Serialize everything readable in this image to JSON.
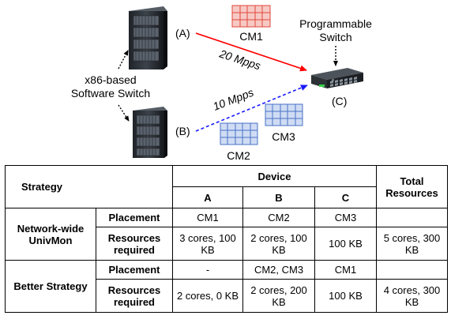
{
  "diagram": {
    "server_label": "x86-based\nSoftware Switch",
    "server_label_line1": "x86-based",
    "server_label_line2": "Software Switch",
    "switch_label_line1": "Programmable",
    "switch_label_line2": "Switch",
    "label_a": "(A)",
    "label_b": "(B)",
    "label_c": "(C)",
    "rate_a": "20 Mpps",
    "rate_b": "10 Mpps",
    "cm1": "CM1",
    "cm2": "CM2",
    "cm3": "CM3",
    "colors": {
      "red": "#ff0000",
      "blue": "#1a1aff",
      "cm_red_fill": "#f7c9c4",
      "cm_red_line": "#e0473b",
      "cm_blue_fill": "#cfdcf4",
      "cm_blue_line": "#4a72c4"
    }
  },
  "table": {
    "headers": {
      "strategy": "Strategy",
      "device": "Device",
      "total": "Total Resources",
      "a": "A",
      "b": "B",
      "c": "C"
    },
    "rows": [
      {
        "strategy": "Network-wide UnivMon",
        "placement_label": "Placement",
        "placement": [
          "CM1",
          "CM2",
          "CM3"
        ],
        "placement_total": "",
        "resources_label": "Resources required",
        "resources": [
          "3 cores, 100 KB",
          "2 cores, 100 KB",
          "100 KB"
        ],
        "resources_total": "5 cores, 300 KB"
      },
      {
        "strategy": "Better Strategy",
        "placement_label": "Placement",
        "placement": [
          "-",
          "CM2, CM3",
          "CM1"
        ],
        "placement_total": "",
        "resources_label": "Resources required",
        "resources": [
          "2 cores, 0 KB",
          "2 cores, 200 KB",
          "100 KB"
        ],
        "resources_total": "4 cores, 300 KB"
      }
    ]
  }
}
